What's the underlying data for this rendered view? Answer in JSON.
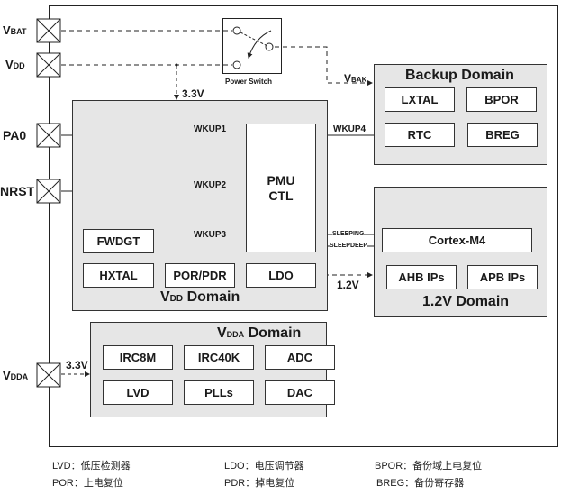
{
  "pins": {
    "vbat": {
      "main": "V",
      "sub": "BAT"
    },
    "vdd": {
      "main": "V",
      "sub": "DD"
    },
    "pa0": "PA0",
    "nrst": "NRST",
    "vdda": {
      "main": "V",
      "sub": "DDA"
    }
  },
  "power_switch": {
    "label": "Power Switch"
  },
  "voltages": {
    "vdd_3v3": "3.3V",
    "vdda_3v3": "3.3V",
    "core_1v2": "1.2V",
    "vbak": {
      "main": "V",
      "sub": "BAK"
    }
  },
  "backup_domain": {
    "title": "Backup Domain",
    "blocks": [
      "LXTAL",
      "BPOR",
      "RTC",
      "BREG"
    ]
  },
  "vdd_domain": {
    "title_main": "V",
    "title_sub": "DD",
    "title_rest": " Domain",
    "pmu": [
      "PMU",
      "CTL"
    ],
    "blocks": {
      "fwdgt": "FWDGT",
      "hxtal": "HXTAL",
      "porpdr": "POR/PDR",
      "ldo": "LDO"
    }
  },
  "core_domain": {
    "title": "1.2V Domain",
    "blocks": {
      "cortex": "Cortex-M4",
      "ahb": "AHB IPs",
      "apb": "APB IPs"
    }
  },
  "vdda_domain": {
    "title_main": "V",
    "title_sub": "DDA",
    "title_rest": " Domain",
    "blocks": [
      "IRC8M",
      "IRC40K",
      "ADC",
      "LVD",
      "PLLs",
      "DAC"
    ]
  },
  "signals": {
    "wkup1": "WKUP1",
    "wkup2": "WKUP2",
    "wkup3": "WKUP3",
    "wkup4": "WKUP4",
    "sleeping": "SLEEPING",
    "sleepdeep": "SLEEPDEEP"
  },
  "legend": [
    "LVD：低压检测器",
    "LDO：电压调节器",
    "BPOR：备份域上电复位",
    "POR：上电复位",
    "PDR：掉电复位",
    "BREG：备份寄存器"
  ]
}
